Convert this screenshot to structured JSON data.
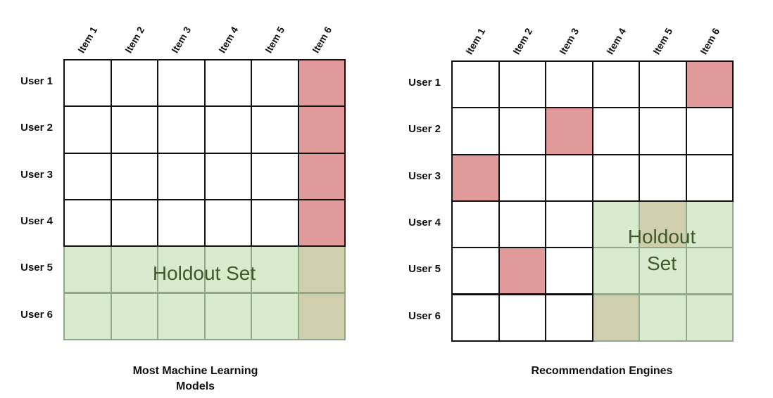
{
  "left": {
    "items": [
      "Item 1",
      "Item 2",
      "Item 3",
      "Item 4",
      "Item 5",
      "Item 6"
    ],
    "users": [
      "User 1",
      "User 2",
      "User 3",
      "User 4",
      "User 5",
      "User 6"
    ],
    "holdout_label": "Holdout Set",
    "caption_line1": "Most Machine Learning",
    "caption_line2": "Models",
    "cells": [
      [
        "w",
        "w",
        "w",
        "w",
        "w",
        "r"
      ],
      [
        "w",
        "w",
        "w",
        "w",
        "w",
        "r"
      ],
      [
        "w",
        "w",
        "w",
        "w",
        "w",
        "r"
      ],
      [
        "w",
        "w",
        "w",
        "w",
        "w",
        "r"
      ],
      [
        "g",
        "g",
        "g",
        "g",
        "g",
        "o"
      ],
      [
        "g",
        "g",
        "g",
        "g",
        "g",
        "o"
      ]
    ]
  },
  "right": {
    "items": [
      "Item 1",
      "Item 2",
      "Item 3",
      "Item 4",
      "Item 5",
      "Item 6"
    ],
    "users": [
      "User 1",
      "User 2",
      "User 3",
      "User 4",
      "User 5",
      "User 6"
    ],
    "holdout_line1": "Holdout",
    "holdout_line2": "Set",
    "caption": "Recommendation Engines",
    "cells": [
      [
        "w",
        "w",
        "w",
        "w",
        "w",
        "r"
      ],
      [
        "w",
        "w",
        "r",
        "w",
        "w",
        "w"
      ],
      [
        "r",
        "w",
        "w",
        "w",
        "w",
        "w"
      ],
      [
        "w",
        "w",
        "w",
        "g",
        "o",
        "g"
      ],
      [
        "w",
        "r",
        "w",
        "g",
        "g",
        "g"
      ],
      [
        "w",
        "w",
        "w",
        "o",
        "g",
        "g"
      ]
    ]
  },
  "colors": {
    "red": "#e09a99",
    "green": "#d9ebcd",
    "olive": "#cfcfad",
    "border": "#111111"
  }
}
